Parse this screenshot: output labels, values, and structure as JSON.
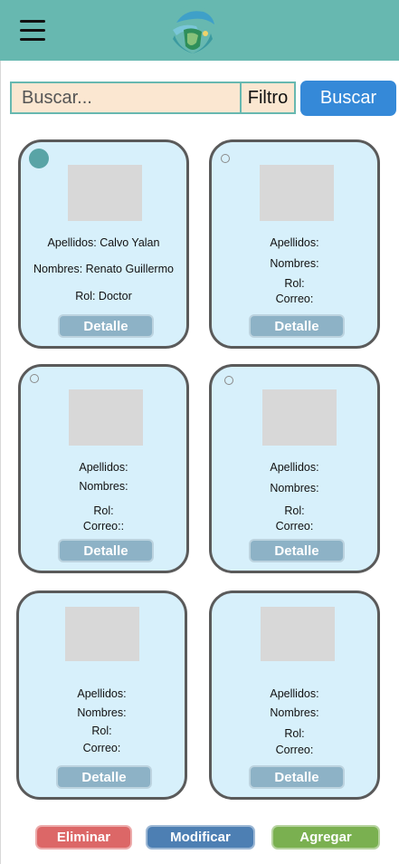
{
  "header": {
    "menu_icon": "hamburger-menu-icon",
    "logo_icon": "hands-planet-logo-icon",
    "color": "#67b8b0"
  },
  "search": {
    "placeholder": "Buscar...",
    "value": "",
    "filter_label": "Filtro",
    "button_label": "Buscar"
  },
  "cards": [
    {
      "apellidos": "Apellidos: Calvo Yalan",
      "nombres": "Nombres: Renato Guillermo",
      "rol": "Rol: Doctor",
      "correo": "",
      "detail_label": "Detalle"
    },
    {
      "apellidos": "Apellidos:",
      "nombres": "Nombres:",
      "rol": "Rol:",
      "correo": "Correo:",
      "detail_label": "Detalle"
    },
    {
      "apellidos": "Apellidos:",
      "nombres": "Nombres:",
      "rol": "Rol:",
      "correo": "Correo::",
      "detail_label": "Detalle"
    },
    {
      "apellidos": "Apellidos:",
      "nombres": "Nombres:",
      "rol": "Rol:",
      "correo": "Correo:",
      "detail_label": "Detalle"
    },
    {
      "apellidos": "Apellidos:",
      "nombres": "Nombres:",
      "rol": "Rol:",
      "correo": "Correo:",
      "detail_label": "Detalle"
    },
    {
      "apellidos": "Apellidos:",
      "nombres": "Nombres:",
      "rol": "Rol:",
      "correo": "Correo:",
      "detail_label": "Detalle"
    }
  ],
  "actions": {
    "eliminar_label": "Eliminar",
    "modificar_label": "Modificar",
    "agregar_label": "Agregar"
  },
  "colors": {
    "eliminar": "#dc6767",
    "modificar": "#4d7fb3",
    "agregar": "#7ab050",
    "search_button": "#3589d8",
    "card_background": "#d7f0fb"
  }
}
